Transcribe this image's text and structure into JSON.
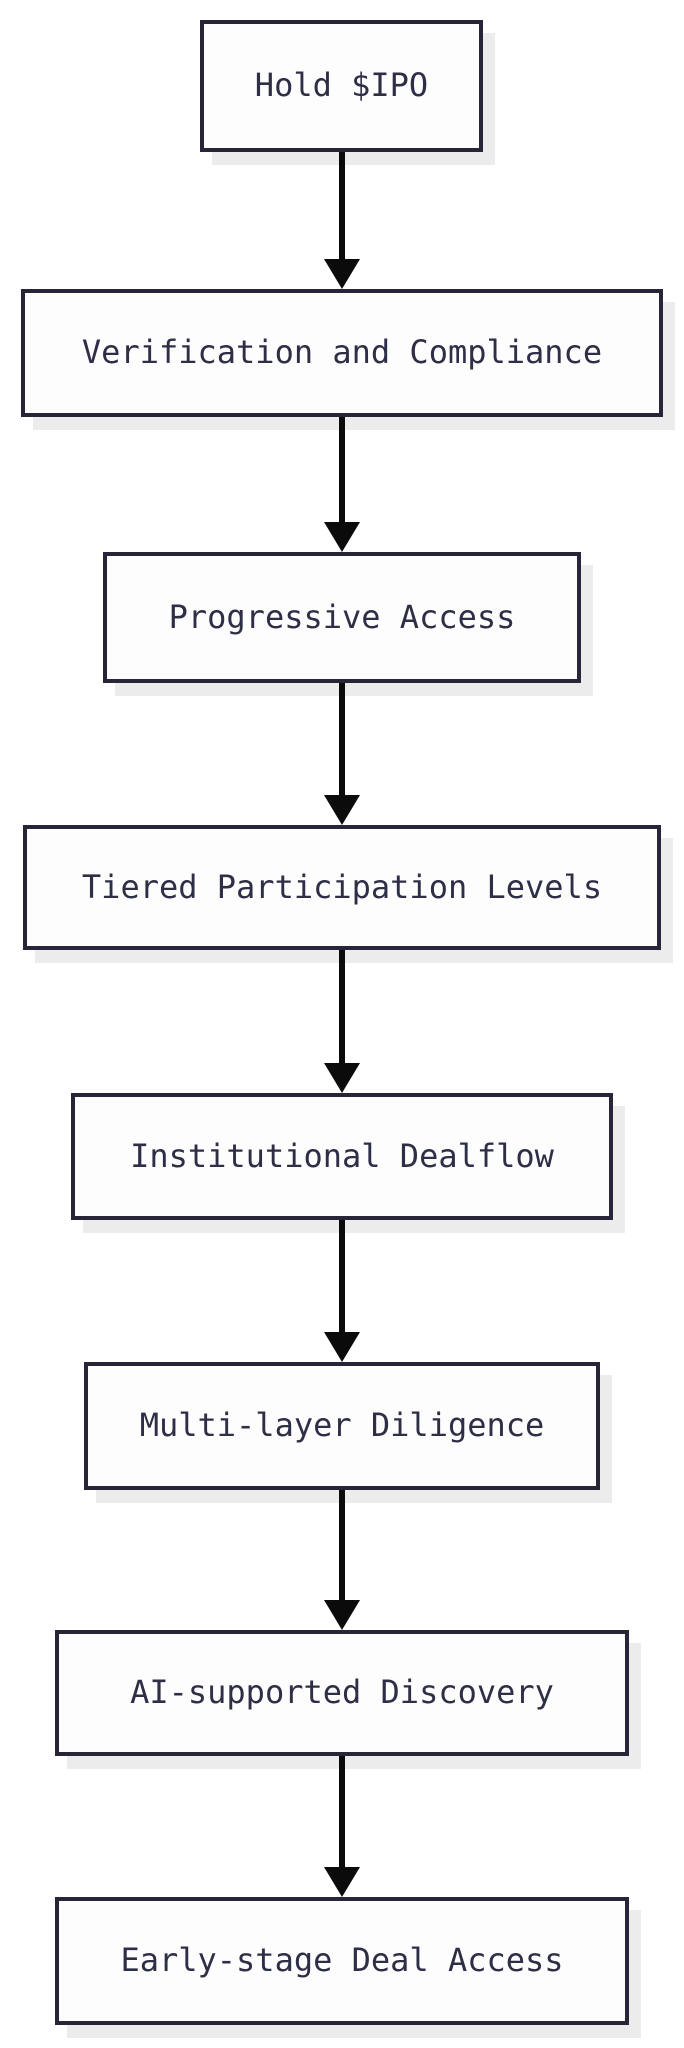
{
  "diagram": {
    "type": "flowchart",
    "direction": "top-down",
    "nodes": [
      {
        "id": "n1",
        "label": "Hold $IPO"
      },
      {
        "id": "n2",
        "label": "Verification and Compliance"
      },
      {
        "id": "n3",
        "label": "Progressive Access"
      },
      {
        "id": "n4",
        "label": "Tiered Participation Levels"
      },
      {
        "id": "n5",
        "label": "Institutional Dealflow"
      },
      {
        "id": "n6",
        "label": "Multi-layer Diligence"
      },
      {
        "id": "n7",
        "label": "AI-supported Discovery"
      },
      {
        "id": "n8",
        "label": "Early-stage Deal Access"
      }
    ],
    "edges": [
      {
        "from": "n1",
        "to": "n2"
      },
      {
        "from": "n2",
        "to": "n3"
      },
      {
        "from": "n3",
        "to": "n4"
      },
      {
        "from": "n4",
        "to": "n5"
      },
      {
        "from": "n5",
        "to": "n6"
      },
      {
        "from": "n6",
        "to": "n7"
      },
      {
        "from": "n7",
        "to": "n8"
      }
    ],
    "colors": {
      "background": "#ffffff",
      "node_fill": "#fdfdfd",
      "node_border": "#262638",
      "node_text": "#2e2e47",
      "arrow": "#0b0b0b",
      "shadow": "#ececec"
    }
  }
}
